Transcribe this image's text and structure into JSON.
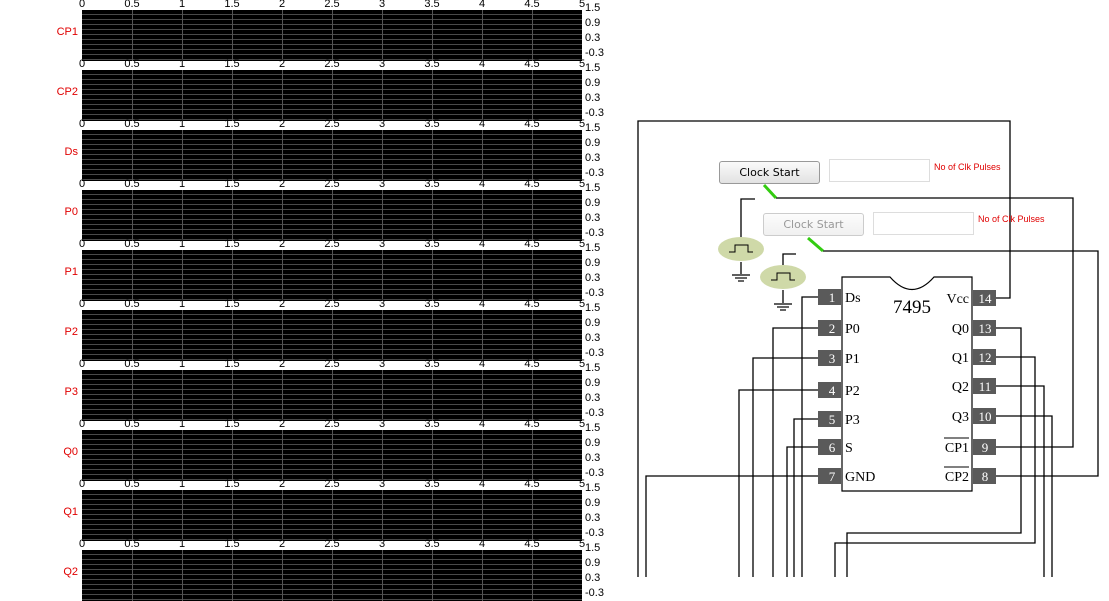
{
  "waveforms": {
    "x_ticks": [
      "0",
      "0.5",
      "1",
      "1.5",
      "2",
      "2.5",
      "3",
      "3.5",
      "4",
      "4.5",
      "5"
    ],
    "y_ticks": [
      "1.5",
      "0.9",
      "0.3",
      "-0.3"
    ],
    "channels": [
      "CP1",
      "CP2",
      "Ds",
      "P0",
      "P1",
      "P2",
      "P3",
      "Q0",
      "Q1",
      "Q2"
    ]
  },
  "chart_data": {
    "type": "line",
    "title": "",
    "xlabel": "",
    "ylabel": "",
    "xlim": [
      0,
      5
    ],
    "ylim": [
      -0.3,
      1.5
    ],
    "grid": true,
    "series": [
      {
        "name": "CP1",
        "values": []
      },
      {
        "name": "CP2",
        "values": []
      },
      {
        "name": "Ds",
        "values": []
      },
      {
        "name": "P0",
        "values": []
      },
      {
        "name": "P1",
        "values": []
      },
      {
        "name": "P2",
        "values": []
      },
      {
        "name": "P3",
        "values": []
      },
      {
        "name": "Q0",
        "values": []
      },
      {
        "name": "Q1",
        "values": []
      },
      {
        "name": "Q2",
        "values": []
      }
    ]
  },
  "controls": {
    "clock1": {
      "button": "Clock Start",
      "value": "",
      "label": "No of Clk Pulses"
    },
    "clock2": {
      "button": "Clock Start",
      "value": "",
      "label": "No of Clk Pulses"
    }
  },
  "chip": {
    "name": "7495",
    "left_pins": [
      {
        "num": "1",
        "label": "Ds"
      },
      {
        "num": "2",
        "label": "P0"
      },
      {
        "num": "3",
        "label": "P1"
      },
      {
        "num": "4",
        "label": "P2"
      },
      {
        "num": "5",
        "label": "P3"
      },
      {
        "num": "6",
        "label": "S"
      },
      {
        "num": "7",
        "label": "GND"
      }
    ],
    "right_pins": [
      {
        "num": "14",
        "label": "Vcc"
      },
      {
        "num": "13",
        "label": "Q0"
      },
      {
        "num": "12",
        "label": "Q1"
      },
      {
        "num": "11",
        "label": "Q2"
      },
      {
        "num": "10",
        "label": "Q3"
      },
      {
        "num": "9",
        "label": "CP1"
      },
      {
        "num": "8",
        "label": "CP2"
      }
    ]
  },
  "colors": {
    "label_red": "#e00000",
    "wire_green": "#33cc11",
    "clock_fill": "#cfd9a8",
    "pin_gray": "#5a5a5a"
  }
}
